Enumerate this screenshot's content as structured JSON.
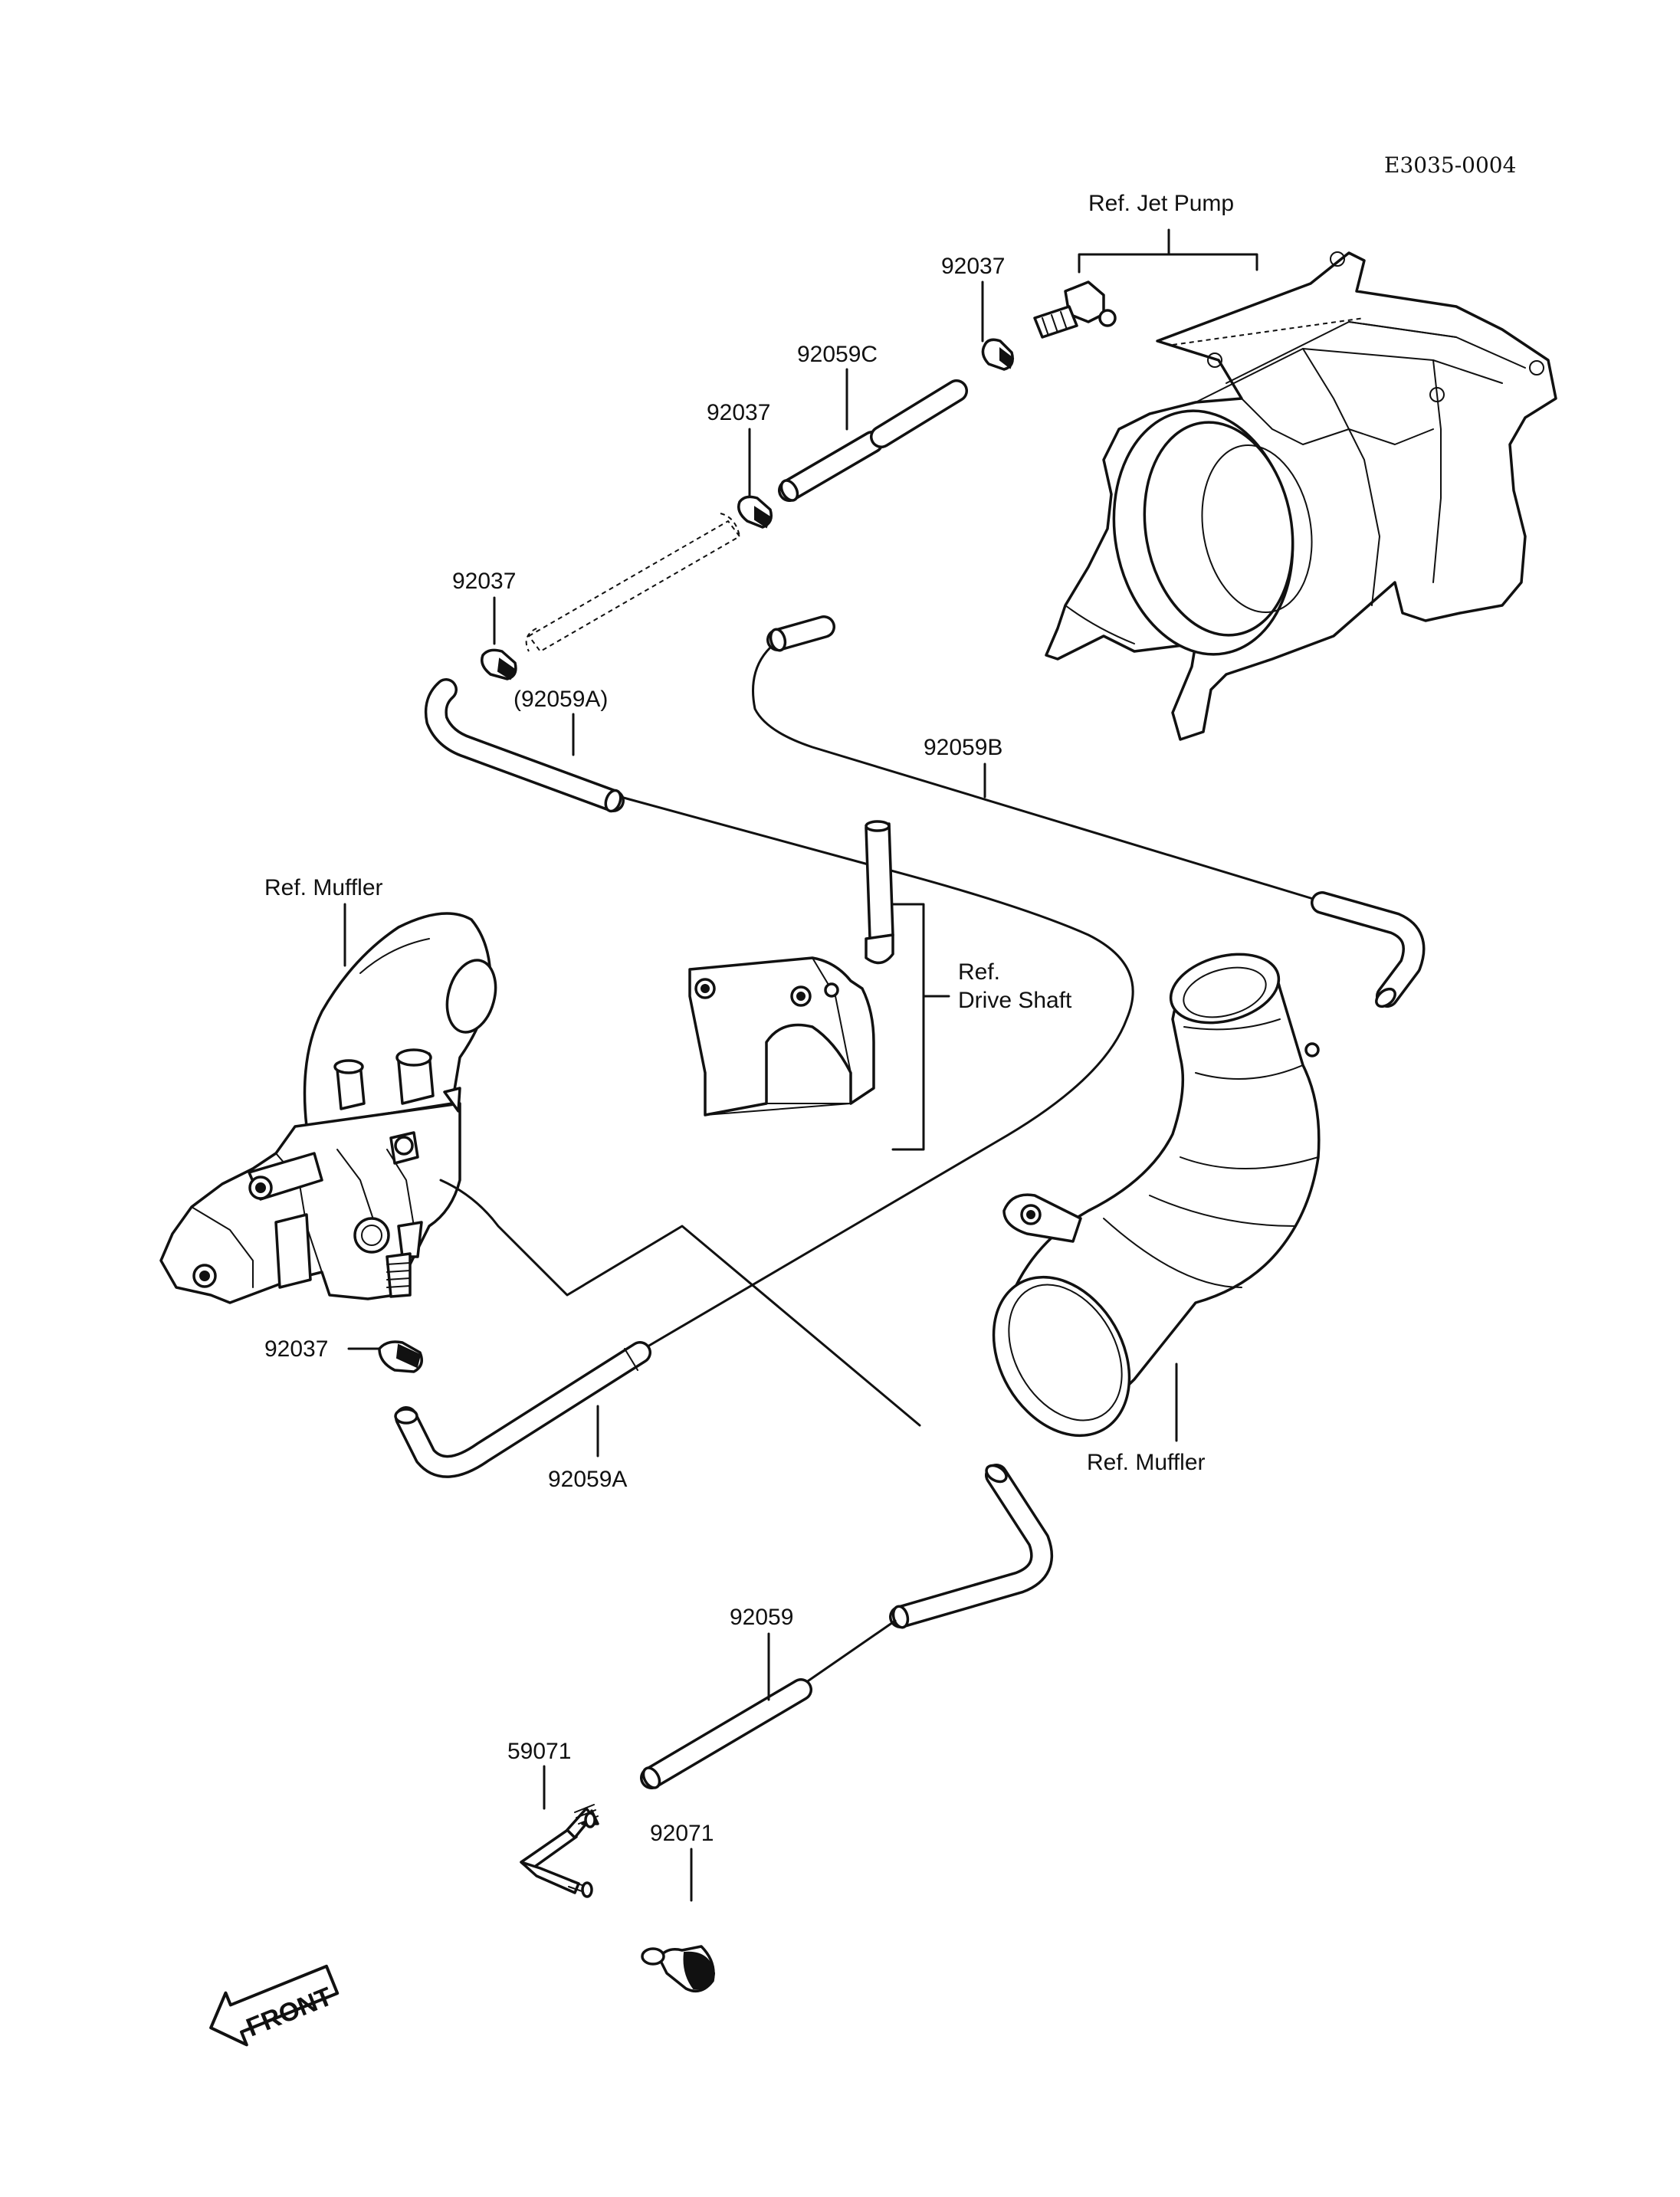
{
  "diagram_code": "E3035-0004",
  "labels": {
    "ref_jet_pump": "Ref. Jet Pump",
    "ref_muffler_left": "Ref. Muffler",
    "ref_muffler_right": "Ref. Muffler",
    "ref_drive_shaft_1": "Ref.",
    "ref_drive_shaft_2": "Drive Shaft",
    "front": "FRONT"
  },
  "part_numbers": {
    "clamp_top": "92037",
    "hose_c": "92059C",
    "clamp_mid": "92037",
    "clamp_upper_left": "92037",
    "hose_a_ref": "(92059A)",
    "hose_b": "92059B",
    "clamp_lower": "92037",
    "hose_a": "92059A",
    "hose": "92059",
    "fitting": "59071",
    "cap": "92071"
  }
}
